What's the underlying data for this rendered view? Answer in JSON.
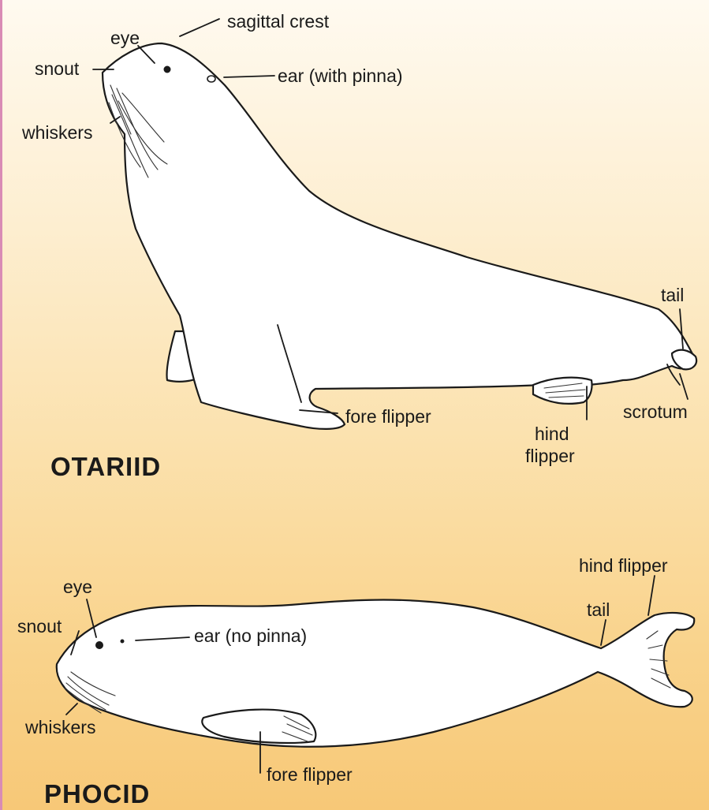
{
  "otariid": {
    "title": "OTARIID",
    "labels": {
      "sagittal_crest": "sagittal crest",
      "eye": "eye",
      "snout": "snout",
      "ear": "ear (with pinna)",
      "whiskers": "whiskers",
      "tail": "tail",
      "fore_flipper": "fore flipper",
      "scrotum": "scrotum",
      "hind_flipper_line1": "hind",
      "hind_flipper_line2": "flipper"
    }
  },
  "phocid": {
    "title": "PHOCID",
    "labels": {
      "hind_flipper": "hind flipper",
      "eye": "eye",
      "tail": "tail",
      "snout": "snout",
      "ear": "ear (no pinna)",
      "whiskers": "whiskers",
      "fore_flipper": "fore flipper"
    }
  },
  "colors": {
    "background_top": "#fffaf0",
    "background_bottom": "#f7c877",
    "left_border": "#d98bb5",
    "outline": "#1a1a1a"
  }
}
